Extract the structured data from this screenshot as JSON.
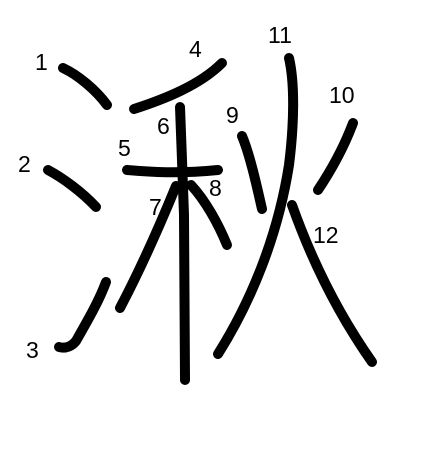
{
  "character": {
    "glyph": "湫",
    "stroke_color": "#000000",
    "background_color": "#ffffff"
  },
  "stroke_numbers": [
    "1",
    "2",
    "3",
    "4",
    "5",
    "6",
    "7",
    "8",
    "9",
    "10",
    "11",
    "12"
  ]
}
